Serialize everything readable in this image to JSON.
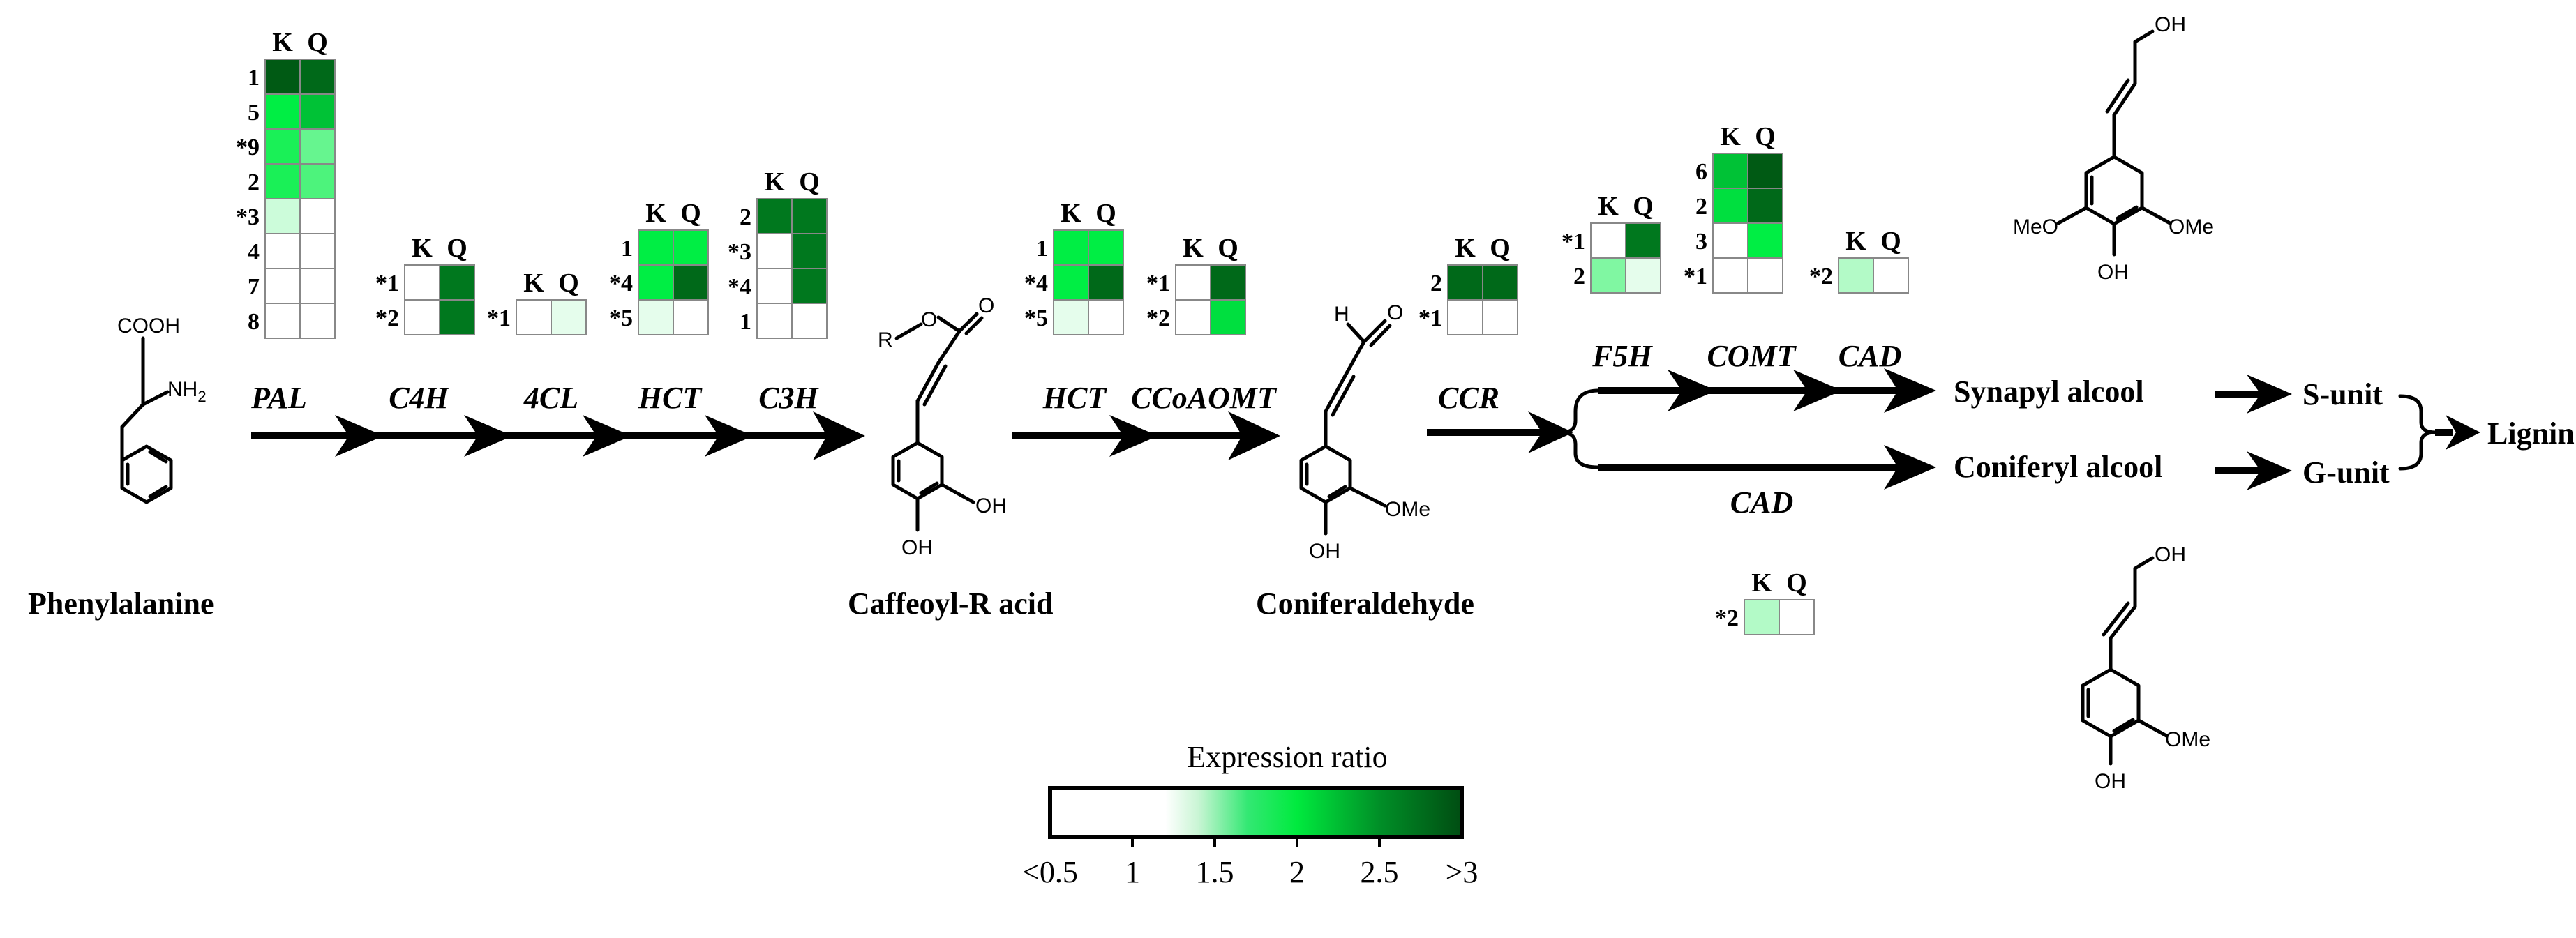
{
  "colors": {
    "low": "#ffffff",
    "mid": "#00ee44",
    "high": "#005a14",
    "cell_border": "#888888",
    "line": "#000000"
  },
  "expression_ratio_scale": {
    "title": "Expression ratio",
    "ticks": [
      {
        "label": "<0.5",
        "value": 0.5
      },
      {
        "label": "1",
        "value": 1
      },
      {
        "label": "1.5",
        "value": 1.5
      },
      {
        "label": "2",
        "value": 2
      },
      {
        "label": "2.5",
        "value": 2.5
      },
      {
        "label": ">3",
        "value": 3
      }
    ]
  },
  "metabolites": {
    "phenylalanine": "Phenylalanine",
    "caffeoyl_r_acid": "Caffeoyl-R acid",
    "coniferaldehyde": "Coniferaldehyde",
    "synapyl_alcool": "Synapyl alcool",
    "coniferyl_alcool": "Coniferyl alcool",
    "s_unit": "S-unit",
    "g_unit": "G-unit",
    "lignin": "Lignin"
  },
  "chem_labels": {
    "cooh": "COOH",
    "nh2": "NH",
    "nh2_sub": "2",
    "r": "R",
    "o": "O",
    "h": "H",
    "oh": "OH",
    "ome": "OMe",
    "meo": "MeO"
  },
  "enzymes": {
    "pal": "PAL",
    "c4h": "C4H",
    "four_cl": "4CL",
    "hct_1": "HCT",
    "c3h": "C3H",
    "hct_2": "HCT",
    "ccoaomt": "CCoAOMT",
    "ccr": "CCR",
    "f5h": "F5H",
    "comt": "COMT",
    "cad_1": "CAD",
    "cad_2": "CAD"
  },
  "heatmap_columns": [
    "K",
    "Q"
  ],
  "heatmaps": [
    {
      "enzyme": "PAL",
      "rows": [
        {
          "label": "1",
          "values": [
            3.0,
            2.9
          ]
        },
        {
          "label": "5",
          "values": [
            2.0,
            2.3
          ]
        },
        {
          "label": "*9",
          "values": [
            1.9,
            1.6
          ]
        },
        {
          "label": "2",
          "values": [
            1.9,
            1.7
          ]
        },
        {
          "label": "*3",
          "values": [
            1.2,
            0.5
          ]
        },
        {
          "label": "4",
          "values": [
            0.5,
            0.5
          ]
        },
        {
          "label": "7",
          "values": [
            0.5,
            0.5
          ]
        },
        {
          "label": "8",
          "values": [
            0.5,
            0.5
          ]
        }
      ]
    },
    {
      "enzyme": "C4H",
      "rows": [
        {
          "label": "*1",
          "values": [
            0.5,
            2.8
          ]
        },
        {
          "label": "*2",
          "values": [
            0.5,
            2.8
          ]
        }
      ]
    },
    {
      "enzyme": "4CL",
      "rows": [
        {
          "label": "*1",
          "values": [
            0.5,
            1.1
          ]
        }
      ]
    },
    {
      "enzyme": "HCT",
      "rows": [
        {
          "label": "1",
          "values": [
            2.0,
            2.0
          ]
        },
        {
          "label": "*4",
          "values": [
            2.0,
            2.9
          ]
        },
        {
          "label": "*5",
          "values": [
            1.1,
            0.5
          ]
        }
      ]
    },
    {
      "enzyme": "C3H",
      "rows": [
        {
          "label": "2",
          "values": [
            2.8,
            2.8
          ]
        },
        {
          "label": "*3",
          "values": [
            0.5,
            2.8
          ]
        },
        {
          "label": "*4",
          "values": [
            0.5,
            2.8
          ]
        },
        {
          "label": "1",
          "values": [
            0.5,
            0.5
          ]
        }
      ]
    },
    {
      "enzyme": "HCT",
      "rows": [
        {
          "label": "1",
          "values": [
            2.0,
            2.0
          ]
        },
        {
          "label": "*4",
          "values": [
            2.0,
            2.9
          ]
        },
        {
          "label": "*5",
          "values": [
            1.1,
            0.5
          ]
        }
      ]
    },
    {
      "enzyme": "CCoAOMT",
      "rows": [
        {
          "label": "*1",
          "values": [
            0.5,
            2.9
          ]
        },
        {
          "label": "*2",
          "values": [
            0.5,
            2.1
          ]
        }
      ]
    },
    {
      "enzyme": "CCR",
      "rows": [
        {
          "label": "2",
          "values": [
            2.9,
            2.9
          ]
        },
        {
          "label": "*1",
          "values": [
            0.5,
            0.5
          ]
        }
      ]
    },
    {
      "enzyme": "F5H",
      "rows": [
        {
          "label": "*1",
          "values": [
            0.5,
            2.8
          ]
        },
        {
          "label": "2",
          "values": [
            1.5,
            1.1
          ]
        }
      ]
    },
    {
      "enzyme": "COMT",
      "rows": [
        {
          "label": "6",
          "values": [
            2.3,
            3.0
          ]
        },
        {
          "label": "2",
          "values": [
            2.1,
            2.9
          ]
        },
        {
          "label": "3",
          "values": [
            0.5,
            2.0
          ]
        },
        {
          "label": "*1",
          "values": [
            0.5,
            0.5
          ]
        }
      ]
    },
    {
      "enzyme": "CAD",
      "rows": [
        {
          "label": "*2",
          "values": [
            1.3,
            0.5
          ]
        }
      ]
    },
    {
      "enzyme": "CAD",
      "rows": [
        {
          "label": "*2",
          "values": [
            1.3,
            0.5
          ]
        }
      ]
    }
  ]
}
